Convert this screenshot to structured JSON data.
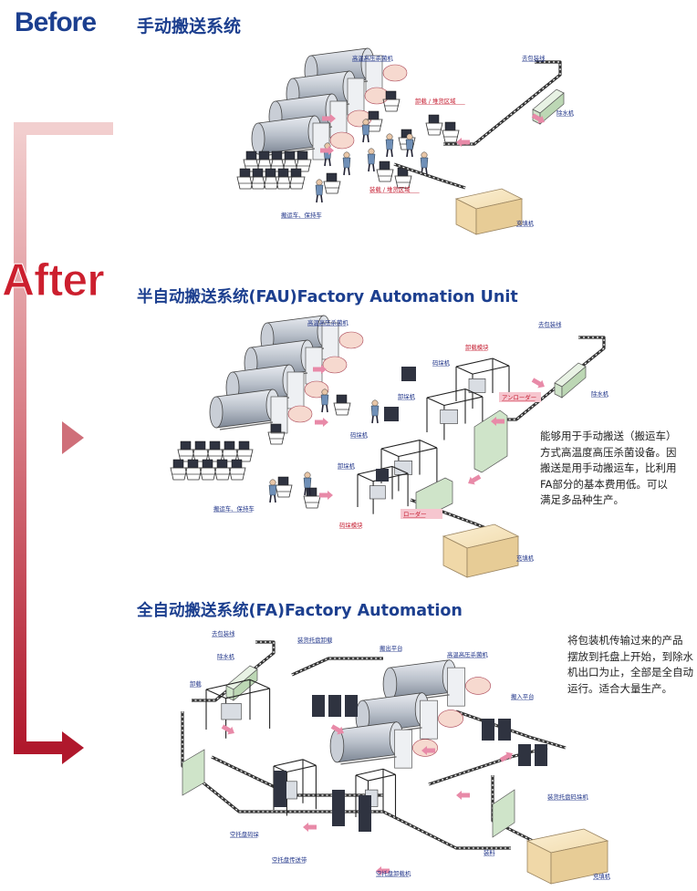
{
  "headers": {
    "before": "Before",
    "after": "After",
    "manual": "手动搬送系统",
    "fau": "半自动搬送系统(FAU)Factory Automation Unit",
    "fa": "全自动搬送系统(FA)Factory Automation"
  },
  "before_labels": {
    "sterilizer": "高温高压杀菌机",
    "to_packing": "去包装线",
    "unload_area": "卸载 / 堆货区域",
    "dewater": "除水机",
    "load_area": "装载 / 堆货区域",
    "cart": "搬运车、保持车",
    "filler": "充填机"
  },
  "fau_labels": {
    "sterilizer": "高温高压杀菌机",
    "to_packing": "去包装线",
    "unload_module": "卸载模块",
    "stacker": "码垛机",
    "unloader1": "卸垛机",
    "unloader_jp": "アンローダー",
    "dewater": "除水机",
    "stacker2": "码垛机",
    "unloader2": "卸垛机",
    "cart": "搬运车、保持车",
    "loader_jp": "ローダー",
    "stack_module": "码垛模块",
    "filler": "充填机"
  },
  "fau_desc": [
    "能够用于手动搬送（搬运车）",
    "方式高温度高压杀菌设备。因",
    "搬送是用手动搬运车，比利用",
    "FA部分的基本费用低。可以",
    "满足多品种生产。"
  ],
  "fa_labels": {
    "to_packing": "去包装线",
    "dewater": "除水机",
    "unload": "卸载",
    "pallet_unload": "装货托盘卸载",
    "outfeed": "搬出平台",
    "sterilizer": "高温高压杀菌机",
    "infeed": "搬入平台",
    "pallet_stack": "装货托盘码垛机",
    "empty_stack": "空托盘码垛",
    "empty_conveyor": "空托盘传送带",
    "empty_unstack": "空托盘卸载机",
    "load": "装料",
    "filler": "充填机"
  },
  "fa_desc": [
    "将包装机传输过来的产品",
    "摆放到托盘上开始，到除水",
    "机出口为止，全部是全自动",
    "运行。适合大量生产。"
  ],
  "colors": {
    "header_blue": "#1c3f8f",
    "after_red": "#cc1f2e",
    "label_blue": "#1a2f86",
    "label_red": "#c3172b",
    "box_tan": "#f3dfb4",
    "dewater_green": "#cfe4c9"
  }
}
